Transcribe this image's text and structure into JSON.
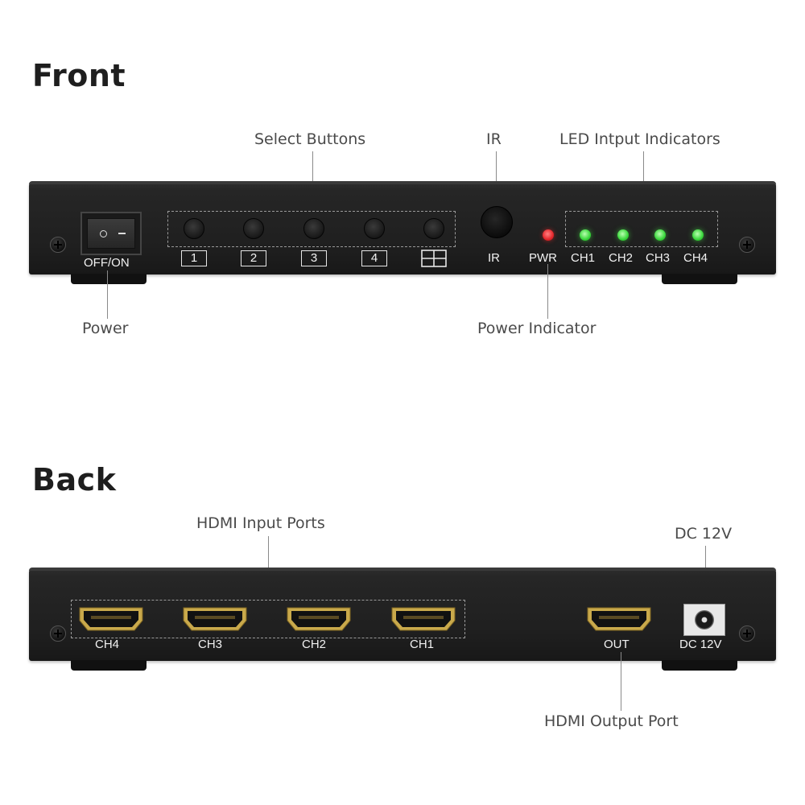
{
  "front": {
    "title": "Front",
    "callouts": {
      "select_buttons": "Select Buttons",
      "ir": "IR",
      "led_indicators": "LED Intput Indicators",
      "power": "Power",
      "power_indicator": "Power Indicator"
    },
    "panel": {
      "switch_label": "OFF/ON",
      "buttons": [
        "1",
        "2",
        "3",
        "4"
      ],
      "quad_icon": "quad-view-icon",
      "ir_label": "IR",
      "pwr_label": "PWR",
      "channels": [
        "CH1",
        "CH2",
        "CH3",
        "CH4"
      ]
    },
    "colors": {
      "pwr_led": "#e3262b",
      "ch_led": "#38d63a"
    }
  },
  "back": {
    "title": "Back",
    "callouts": {
      "hdmi_inputs": "HDMI Input Ports",
      "dc": "DC 12V",
      "hdmi_output": "HDMI Output Port"
    },
    "panel": {
      "inputs": [
        "CH4",
        "CH3",
        "CH2",
        "CH1"
      ],
      "output_label": "OUT",
      "dc_label": "DC 12V"
    },
    "colors": {
      "hdmi_gold": "#c9a94b"
    }
  }
}
